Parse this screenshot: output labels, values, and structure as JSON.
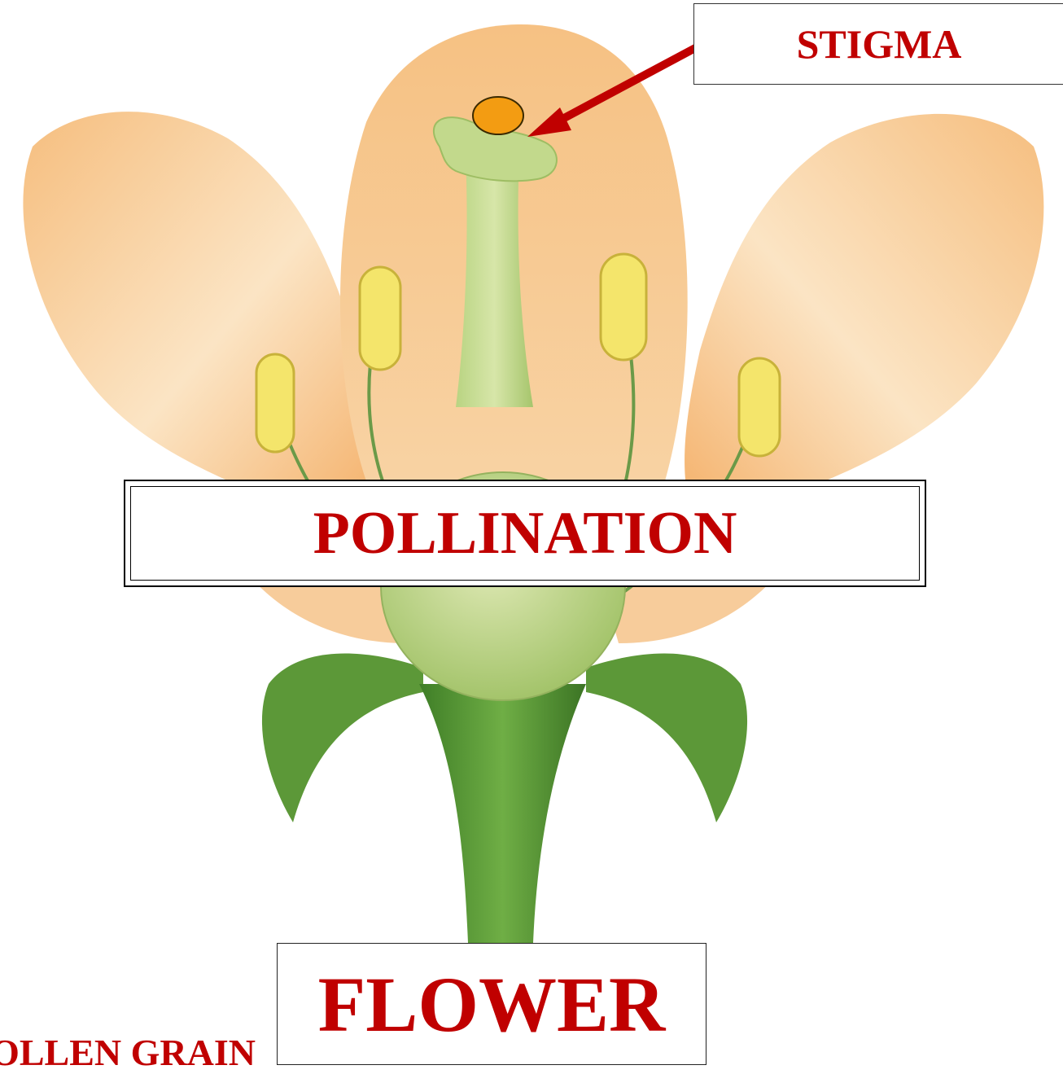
{
  "labels": {
    "stigma": "STIGMA",
    "title": "POLLINATION",
    "flower": "FLOWER",
    "pollen_grain": "POLLEN GRAIN"
  },
  "colors": {
    "label_text": "#c00000",
    "arrow": "#c00000",
    "pollen": "#f39c12",
    "petal": "#f7c48a",
    "pistil": "#a9c873",
    "leaf": "#5e9a3a",
    "anther": "#f3e46a"
  }
}
